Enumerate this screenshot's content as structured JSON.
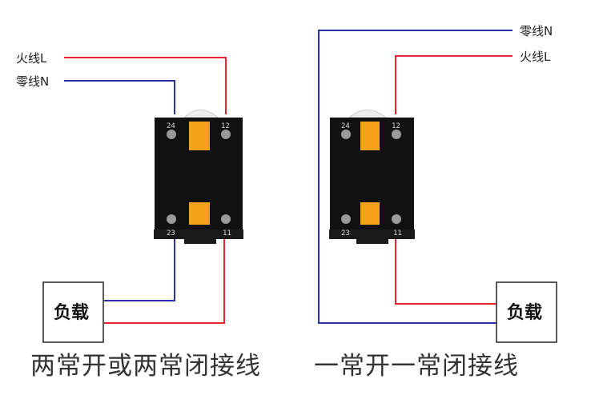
{
  "colors": {
    "live": "#e8262d",
    "neutral": "#2634a8",
    "body": "#111111",
    "indicator": "#f5a21a"
  },
  "left": {
    "live_label": "火线L",
    "neutral_label": "零线N",
    "load_label": "负载",
    "terminals": [
      "24",
      "12",
      "23",
      "11"
    ],
    "caption": "两常开或两常闭接线"
  },
  "right": {
    "neutral_label": "零线N",
    "live_label": "火线L",
    "load_label": "负载",
    "terminals": [
      "24",
      "12",
      "23",
      "11"
    ],
    "caption": "一常开一常闭接线"
  }
}
